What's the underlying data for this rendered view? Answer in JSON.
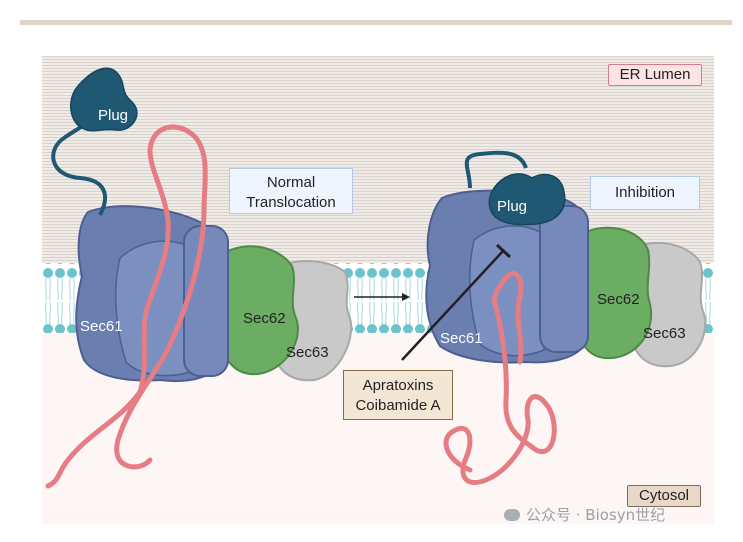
{
  "labels": {
    "er_lumen": "ER Lumen",
    "cytosol": "Cytosol",
    "normal": [
      "Normal",
      "Translocation"
    ],
    "inhibition": "Inhibition",
    "drugs": [
      "Apratoxins",
      "Coibamide A"
    ],
    "plug": "Plug",
    "sec61": "Sec61",
    "sec62": "Sec62",
    "sec63": "Sec63"
  },
  "watermark": "公众号 · Biosyn世纪",
  "colors": {
    "sec61": "#6a7fb0",
    "plug": "#1f5872",
    "sec62": "#6bad62",
    "sec63": "#c9c9c9",
    "peptide": "#e67c84",
    "membrane": "#a2d3da"
  }
}
